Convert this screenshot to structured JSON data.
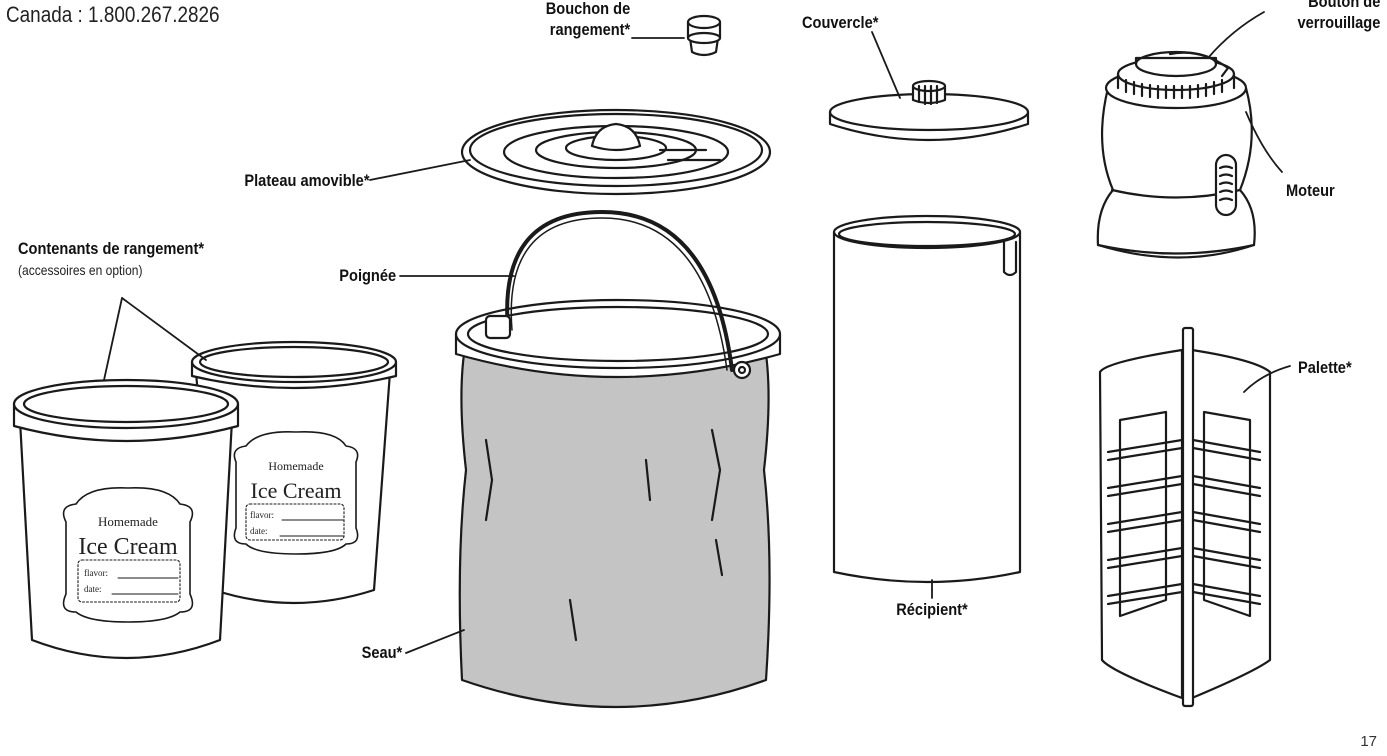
{
  "contact": {
    "canada_phone": "Canada : 1.800.267.2826"
  },
  "labels": {
    "bouchon_line1": "Bouchon de",
    "bouchon_line2": "rangement*",
    "couvercle": "Couvercle*",
    "bouton_line1": "Bouton de",
    "bouton_line2": "verrouillage",
    "plateau": "Plateau amovible*",
    "moteur": "Moteur",
    "contenants": "Contenants de rangement*",
    "contenants_note": "(accessoires en option)",
    "poignee": "Poignée",
    "palette": "Palette*",
    "recipient": "Récipient*",
    "seau": "Seau*"
  },
  "container_labels": {
    "homemade": "Homemade",
    "ice_cream": "Ice Cream",
    "flavor": "flavor:",
    "date": "date:"
  },
  "page_number": "17",
  "colors": {
    "bucket_fill": "#c4c4c4",
    "line": "#1a1a1a"
  }
}
